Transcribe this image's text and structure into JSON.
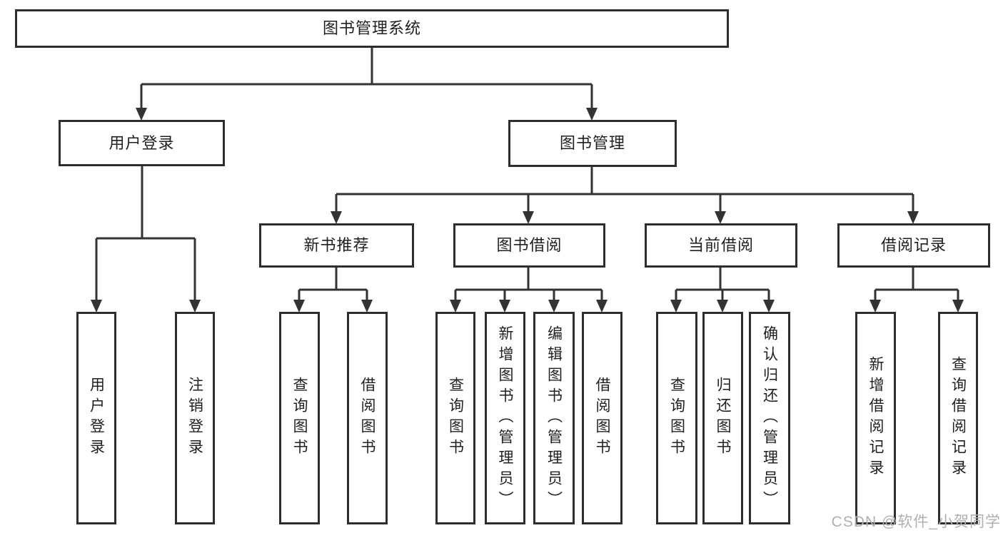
{
  "diagram_title": "图书管理系统",
  "tree": {
    "root": {
      "label": "图书管理系统",
      "children": [
        {
          "label": "用户登录",
          "children": [
            {
              "label": "用户登录"
            },
            {
              "label": "注销登录"
            }
          ]
        },
        {
          "label": "图书管理",
          "children": [
            {
              "label": "新书推荐",
              "children": [
                {
                  "label": "查询图书"
                },
                {
                  "label": "借阅图书"
                }
              ]
            },
            {
              "label": "图书借阅",
              "children": [
                {
                  "label": "查询图书"
                },
                {
                  "label": "新增图书（管理员）"
                },
                {
                  "label": "编辑图书（管理员）"
                },
                {
                  "label": "借阅图书"
                }
              ]
            },
            {
              "label": "当前借阅",
              "children": [
                {
                  "label": "查询图书"
                },
                {
                  "label": "归还图书"
                },
                {
                  "label": "确认归还（管理员）"
                }
              ]
            },
            {
              "label": "借阅记录",
              "children": [
                {
                  "label": "新增借阅记录"
                },
                {
                  "label": "查询借阅记录"
                }
              ]
            }
          ]
        }
      ]
    }
  },
  "watermark": {
    "text": "CSDN @软件_小贺同学"
  },
  "colors": {
    "background": "#ffffff",
    "line": "#333333",
    "box_border": "#2e2e2e",
    "text": "#1f1f1f",
    "watermark": "#b0b0b0"
  }
}
